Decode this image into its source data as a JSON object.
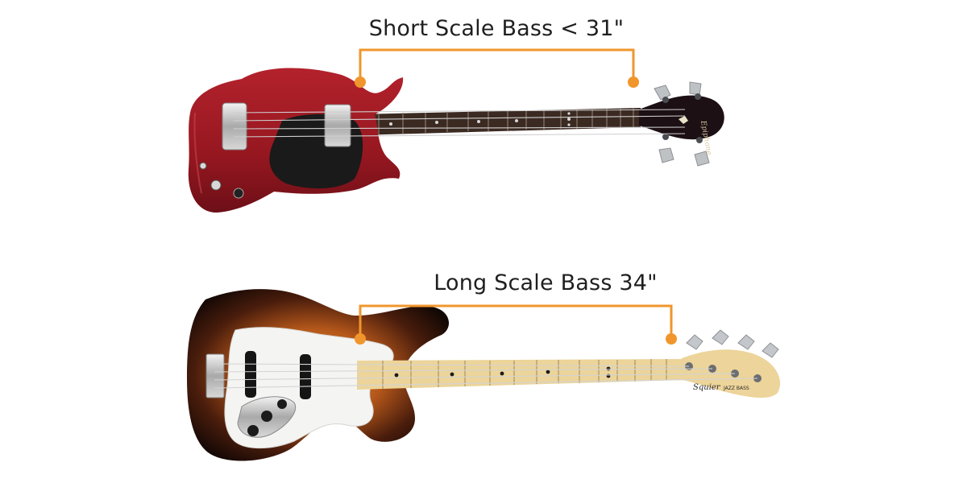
{
  "comparison": {
    "short_scale": {
      "label": "Short Scale Bass < 31\"",
      "headstock_logo": "Epiphone"
    },
    "long_scale": {
      "label": "Long Scale Bass 34\"",
      "headstock_logo": "Squier",
      "headstock_model": "JAZZ BASS"
    }
  },
  "colors": {
    "marker": "#f0962c",
    "short_body": "#9e1a24",
    "long_body_burst": "#c76a18",
    "rosewood": "#3b2a22",
    "maple": "#ecd49a"
  },
  "icons": {
    "short_bass": "short-scale-bass-guitar-icon",
    "long_bass": "long-scale-bass-guitar-icon"
  }
}
